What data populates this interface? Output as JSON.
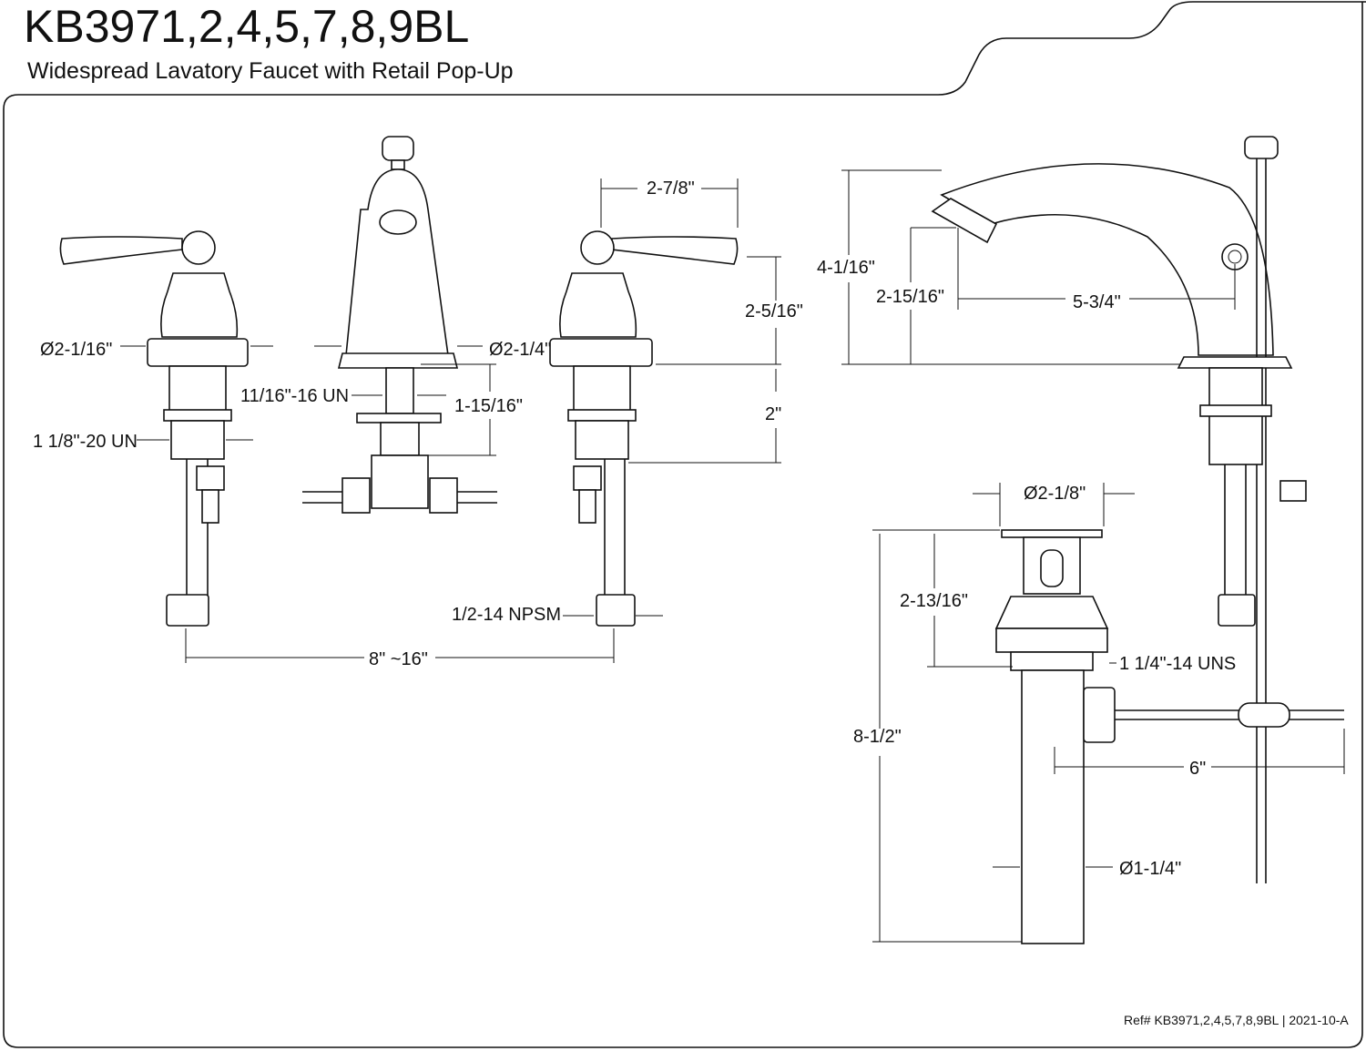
{
  "header": {
    "title": "KB3971,2,4,5,7,8,9BL",
    "subtitle": "Widespread Lavatory Faucet with Retail Pop-Up"
  },
  "dimensions": {
    "handle_diameter": "Ø2-1/16\"",
    "spout_base_diameter": "Ø2-1/4\"",
    "handle_width": "2-7/8\"",
    "handle_height": "2-5/16\"",
    "spout_height": "4-1/16\"",
    "spout_outlet_height": "2-15/16\"",
    "spout_reach": "5-3/4\"",
    "spout_thread": "11/16\"-16 UN",
    "spout_shank_length": "1-15/16\"",
    "handle_shank_length": "2\"",
    "handle_thread": "1 1/8\"-20 UN",
    "drain_flange_diameter": "Ø2-1/8\"",
    "drain_body_height": "2-13/16\"",
    "inlet_connection": "1/2-14 NPSM",
    "drain_thread": "1 1/4\"-14 UNS",
    "center_spread": "8\" ~16\"",
    "drain_length": "8-1/2\"",
    "pivot_rod_length": "6\"",
    "tailpiece_diameter": "Ø1-1/4\""
  },
  "footer": {
    "reference": "Ref# KB3971,2,4,5,7,8,9BL | 2021-10-A"
  }
}
